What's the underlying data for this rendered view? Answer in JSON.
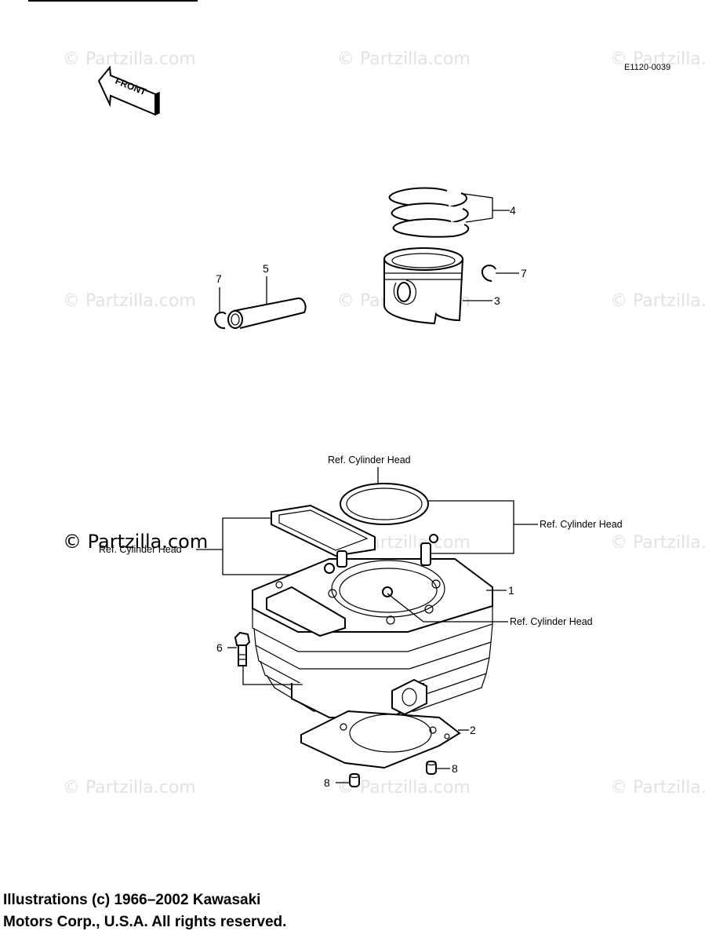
{
  "diagram_code": "E1120-0039",
  "front_label": "FRONT",
  "watermark": "© Partzilla.com",
  "callouts": {
    "c1": "1",
    "c2": "2",
    "c3": "3",
    "c4": "4",
    "c5": "5",
    "c6": "6",
    "c7a": "7",
    "c7b": "7",
    "c8a": "8",
    "c8b": "8"
  },
  "ref_labels": {
    "r1": "Ref. Cylinder Head",
    "r2": "Ref. Cylinder Head",
    "r3": "Ref. Cylinder Head",
    "r4": "Ref. Cylinder Head"
  },
  "copyright": {
    "line1": "Illustrations (c) 1966–2002 Kawasaki",
    "line2": "Motors Corp., U.S.A.  All rights reserved."
  }
}
